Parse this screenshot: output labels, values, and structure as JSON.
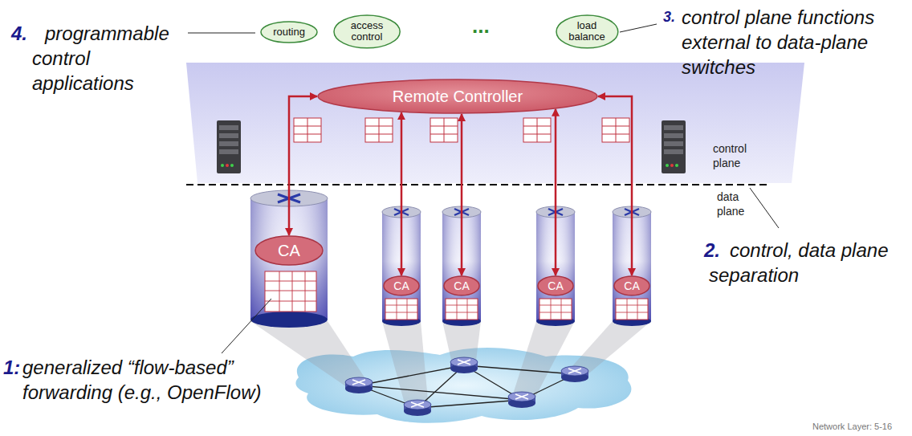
{
  "diagram": {
    "nodes": [
      {
        "text": [
          "routing"
        ]
      },
      {
        "text": [
          "access control"
        ]
      },
      {
        "text": [
          "load balance"
        ]
      },
      {
        "text": [
          "Remote Controller"
        ]
      },
      {
        "text": [
          "CA"
        ]
      },
      {
        "text": [
          "CA"
        ]
      },
      {
        "text": [
          "CA"
        ]
      },
      {
        "text": [
          "CA"
        ]
      },
      {
        "text": [
          "CA"
        ]
      }
    ],
    "edges": [
      {
        "from": 3,
        "to": 4,
        "arrow": "both"
      },
      {
        "from": 3,
        "to": 5,
        "arrow": "both"
      },
      {
        "from": 3,
        "to": 6,
        "arrow": "both"
      },
      {
        "from": 3,
        "to": 7,
        "arrow": "both"
      },
      {
        "from": 3,
        "to": 8,
        "arrow": "both"
      }
    ],
    "labels": [
      "4.",
      "programmable control applications",
      "...",
      "3.",
      "control plane functions external to data-plane switches",
      "control plane",
      "data plane",
      "2.",
      "control, data plane separation",
      "1:",
      "generalized “flow-based” forwarding (e.g., OpenFlow)",
      "Network Layer: 5-16"
    ]
  }
}
